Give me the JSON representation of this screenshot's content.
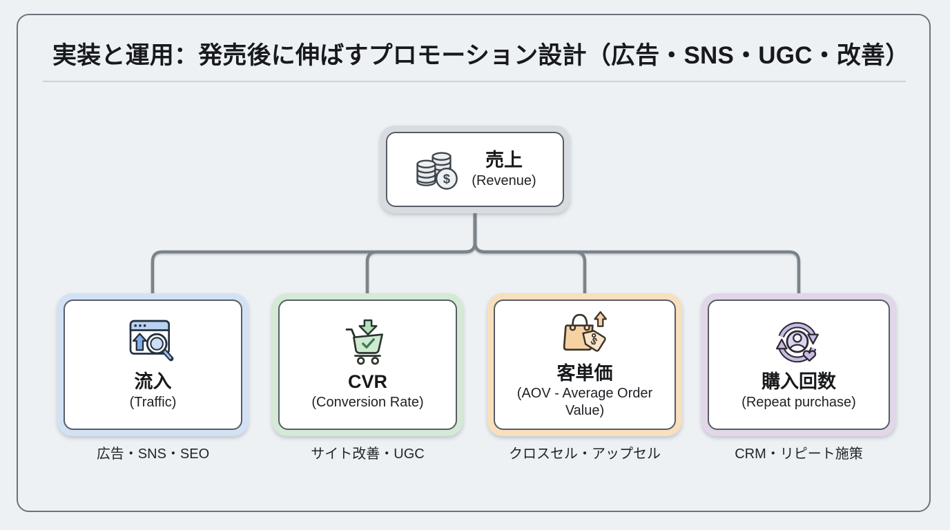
{
  "title": "実装と運用：発売後に伸ばすプロモーション設計（広告・SNS・UGC・改善）",
  "tree": {
    "root": {
      "label": "売上",
      "sublabel": "(Revenue)",
      "icon": "coins-icon",
      "accent": "#d8dce0"
    },
    "children": [
      {
        "label": "流入",
        "sublabel": "(Traffic)",
        "caption": "広告・SNS・SEO",
        "icon": "browser-search-icon",
        "accent": "#d2e2f4"
      },
      {
        "label": "CVR",
        "sublabel": "(Conversion Rate)",
        "caption": "サイト改善・UGC",
        "icon": "cart-download-icon",
        "accent": "#d5e9d7"
      },
      {
        "label": "客単価",
        "sublabel": "(AOV - Average Order Value)",
        "caption": "クロスセル・アップセル",
        "icon": "bag-price-tag-icon",
        "accent": "#f8dfbd"
      },
      {
        "label": "購入回数",
        "sublabel": "(Repeat purchase)",
        "caption": "CRM・リピート施策",
        "icon": "person-cycle-heart-icon",
        "accent": "#e2d6e9"
      }
    ]
  },
  "colors": {
    "background": "#edf1f4",
    "frame_border": "#6a737b",
    "connector": "#7b838a",
    "node_border": "#565d64",
    "title_text": "#17191c"
  }
}
